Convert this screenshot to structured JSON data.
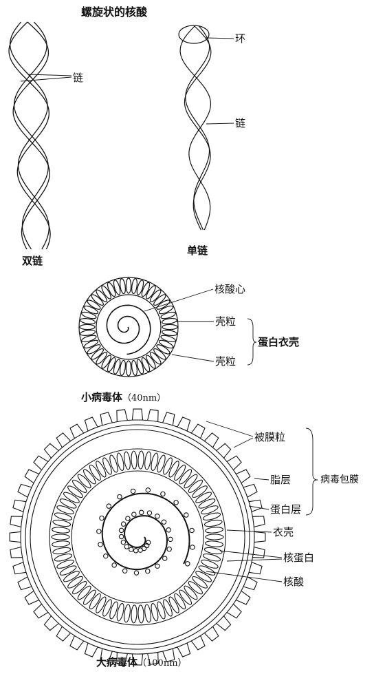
{
  "title": "螺旋状的核酸",
  "helix": {
    "double_caption": "双链",
    "single_caption": "单链",
    "label_chain_double": "链",
    "label_loop": "环",
    "label_chain_single": "链"
  },
  "small_virus": {
    "label_core": "核酸心",
    "label_capsomere_1": "壳粒",
    "label_capsomere_2": "壳粒",
    "label_group": "蛋白衣壳",
    "caption": "小病毒体",
    "caption_size": "（40nm）"
  },
  "large_virus": {
    "label_peplomer": "被膜粒",
    "label_lipid": "脂层",
    "label_protein_layer": "蛋白层",
    "label_envelope": "病毒包膜",
    "label_capsid": "衣壳",
    "label_nucleoprotein": "核蛋白",
    "label_nucleic_acid": "核酸",
    "caption": "大病毒体",
    "caption_size": "（100nm）"
  },
  "colors": {
    "ink": "#111111",
    "paper": "#ffffff"
  }
}
